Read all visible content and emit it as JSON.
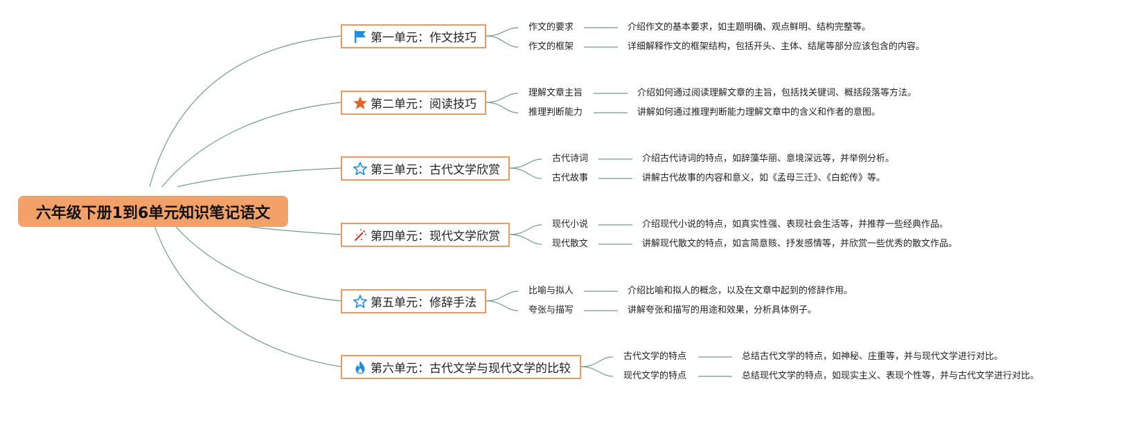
{
  "root": {
    "label": "六年级下册1到6单元知识笔记语文"
  },
  "units": [
    {
      "title": "第一单元：作文技巧",
      "icon": "flag-icon",
      "color": "#1f8ee0",
      "topics": [
        {
          "label": "作文的要求",
          "note": "介绍作文的基本要求，如主题明确、观点鲜明、结构完整等。"
        },
        {
          "label": "作文的框架",
          "note": "详细解释作文的框架结构，包括开头、主体、结尾等部分应该包含的内容。"
        }
      ]
    },
    {
      "title": "第二单元：阅读技巧",
      "icon": "star-filled-icon",
      "color": "#e8632b",
      "topics": [
        {
          "label": "理解文章主旨",
          "note": "介绍如何通过阅读理解文章的主旨，包括找关键词、概括段落等方法。"
        },
        {
          "label": "推理判断能力",
          "note": "讲解如何通过推理判断能力理解文章中的含义和作者的意图。"
        }
      ]
    },
    {
      "title": "第三单元：古代文学欣赏",
      "icon": "star-outline-icon",
      "color": "#1f8ee0",
      "topics": [
        {
          "label": "古代诗词",
          "note": "介绍古代诗词的特点，如辞藻华丽、意境深远等，并举例分析。"
        },
        {
          "label": "古代故事",
          "note": "讲解古代故事的内容和意义，如《孟母三迁》、《白蛇传》等。"
        }
      ]
    },
    {
      "title": "第四单元：现代文学欣赏",
      "icon": "magic-wand-icon",
      "color": "#d63232",
      "topics": [
        {
          "label": "现代小说",
          "note": "介绍现代小说的特点，如真实性强、表现社会生活等，并推荐一些经典作品。"
        },
        {
          "label": "现代散文",
          "note": "讲解现代散文的特点，如言简意赅、抒发感情等，并欣赏一些优秀的散文作品。"
        }
      ]
    },
    {
      "title": "第五单元：修辞手法",
      "icon": "star-outline-icon",
      "color": "#1f8ee0",
      "topics": [
        {
          "label": "比喻与拟人",
          "note": "介绍比喻和拟人的概念，以及在文章中起到的修辞作用。"
        },
        {
          "label": "夸张与描写",
          "note": "讲解夸张和描写的用途和效果，分析具体例子。"
        }
      ]
    },
    {
      "title": "第六单元：古代文学与现代文学的比较",
      "icon": "flame-icon",
      "color": "#1f8ee0",
      "topics": [
        {
          "label": "古代文学的特点",
          "note": "总结古代文学的特点，如神秘、庄重等，并与现代文学进行对比。"
        },
        {
          "label": "现代文学的特点",
          "note": "总结现代文学的特点，如现实主义、表现个性等，并与古代文学进行对比。"
        }
      ]
    }
  ]
}
